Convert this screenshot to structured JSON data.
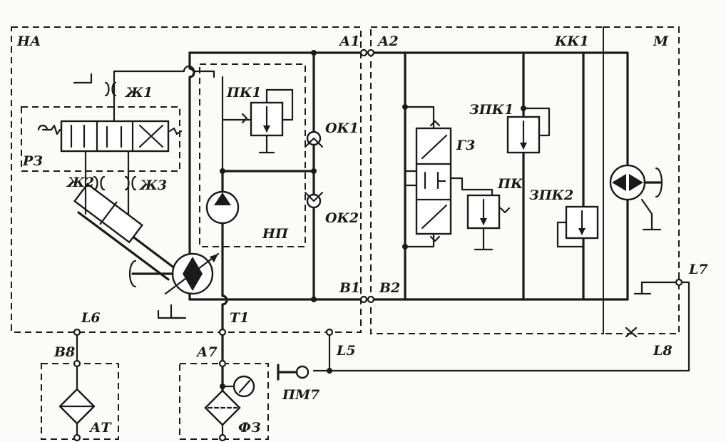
{
  "units": {
    "ha": "НА",
    "kk1": "КК1",
    "m": "М",
    "np": "НП",
    "rz": "РЗ",
    "at": "АТ",
    "fz": "ФЗ"
  },
  "components": {
    "pk1": "ПК1",
    "ok1": "ОК1",
    "ok2": "ОК2",
    "g3": "Г3",
    "pk": "ПК",
    "zpk1": "ЗПК1",
    "zpk2": "ЗПК2",
    "pm7": "ПМ7",
    "zh1": "Ж1",
    "zh2": "Ж2",
    "zh3": "Ж3"
  },
  "ports": {
    "a1": "А1",
    "a2": "А2",
    "b1": "В1",
    "b2": "В2",
    "t1": "Т1",
    "l5": "L5",
    "l6": "L6",
    "l7": "L7",
    "l8": "L8",
    "b8": "В8",
    "a7": "А7"
  }
}
